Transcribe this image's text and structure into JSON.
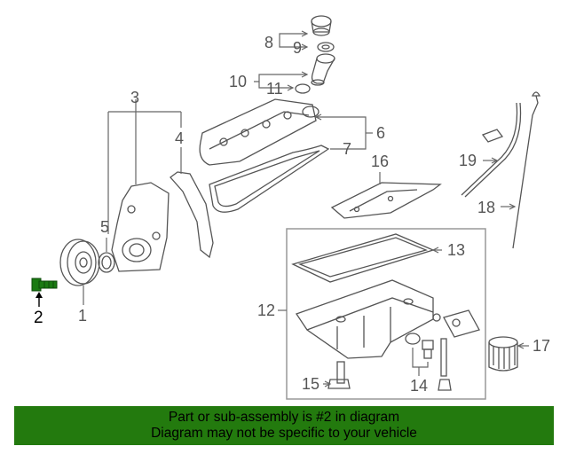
{
  "callouts": {
    "c1": "1",
    "c2": "2",
    "c3": "3",
    "c4": "4",
    "c5": "5",
    "c6": "6",
    "c7": "7",
    "c8": "8",
    "c9": "9",
    "c10": "10",
    "c11": "11",
    "c12": "12",
    "c13": "13",
    "c14": "14",
    "c15": "15",
    "c16": "16",
    "c17": "17",
    "c18": "18",
    "c19": "19"
  },
  "highlight": {
    "part_number": "2",
    "color": "#1a7a12"
  },
  "banner": {
    "line1": "Part or sub-assembly is #2 in diagram",
    "line2": "Diagram may not be specific to your vehicle",
    "color": "#237a0e"
  }
}
